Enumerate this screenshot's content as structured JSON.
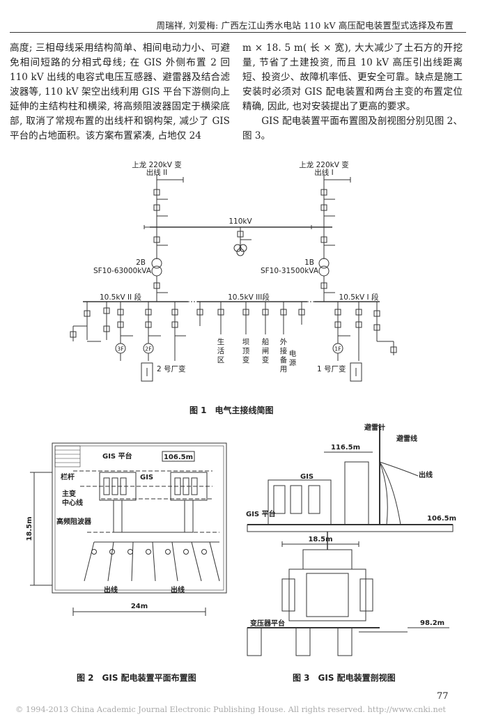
{
  "header": {
    "running_title": "周瑞祥, 刘爱梅: 广西左江山秀水电站 110 kV 高压配电装置型式选择及布置"
  },
  "body": {
    "left_para": "高度; 三相母线采用结构简单、相间电动力小、可避免相间短路的分相式母线; 在 GIS 外侧布置 2 回 110 kV 出线的电容式电压互感器、避雷器及结合滤波器等, 110 kV 架空出线利用 GIS 平台下游侧向上延伸的主结构柱和横梁, 将高频阻波器固定于横梁底部, 取消了常规布置的出线杆和钢构架, 减少了 GIS 平台的占地面积。该方案布置紧凑, 占地仅 24",
    "right_para1": "m × 18. 5 m( 长 × 宽), 大大减少了土石方的开挖量, 节省了土建投资, 而且 10 kV 高压引出线距离短、投资少、故障机率低、更安全可靠。缺点是施工安装时必须对 GIS 配电装置和两台主变的布置定位精确, 因此, 也对安装提出了更高的要求。",
    "right_para2": "GIS 配电装置平面布置图及剖视图分别见图 2、图 3。"
  },
  "fig1": {
    "caption": "图 1　电气主接线简图",
    "line2_title": "上龙 220kV 变",
    "line2_sub": "出线 II",
    "line1_title": "上龙 220kV 变",
    "line1_sub": "出线 I",
    "bus110": "110kV",
    "t2_name": "2B",
    "t2_model": "SF10-63000kVA",
    "t1_name": "1B",
    "t1_model": "SF10-31500kVA",
    "bus_sec2": "10.5kV II 段",
    "bus_sec3": "10.5kV III段",
    "bus_sec1": "10.5kV I 段",
    "gen3": "3F",
    "gen2": "2F",
    "gen1": "1F",
    "aux2": "2 号厂变",
    "aux1": "1 号厂变",
    "feeders": [
      {
        "chars": [
          "生",
          "活",
          "区"
        ]
      },
      {
        "chars": [
          "坝",
          "顶",
          "变"
        ]
      },
      {
        "chars": [
          "船",
          "闸",
          "变"
        ]
      },
      {
        "chars": [
          "外",
          "接",
          "备",
          "用"
        ],
        "extra": [
          "电",
          "源"
        ]
      }
    ]
  },
  "fig2": {
    "caption": "图 2　GIS 配电装置平面布置图",
    "gis_platform": "GIS 平台",
    "elevation": "106.5m",
    "railing": "栏杆",
    "gis": "GIS",
    "centerline_1": "主变",
    "centerline_2": "中心线",
    "wave_trap": "高频阻波器",
    "outlet_left": "出线",
    "outlet_right": "出线",
    "dim_w": "24m",
    "dim_h": "18.5m"
  },
  "fig3": {
    "caption": "图 3　GIS 配电装置剖视图",
    "lightning_rod": "避雷针",
    "ground_wire": "避雷线",
    "elev_top": "116.5m",
    "outlet": "出线",
    "gis": "GIS",
    "gis_platform": "GIS 平台",
    "elev_platform": "106.5m",
    "dim": "18.5m",
    "tx_platform": "变压器平台",
    "elev_tx": "98.2m"
  },
  "footer": {
    "text": "© 1994-2013 China Academic Journal Electronic Publishing House. All rights reserved.    http://www.cnki.net",
    "page_no": "77"
  }
}
